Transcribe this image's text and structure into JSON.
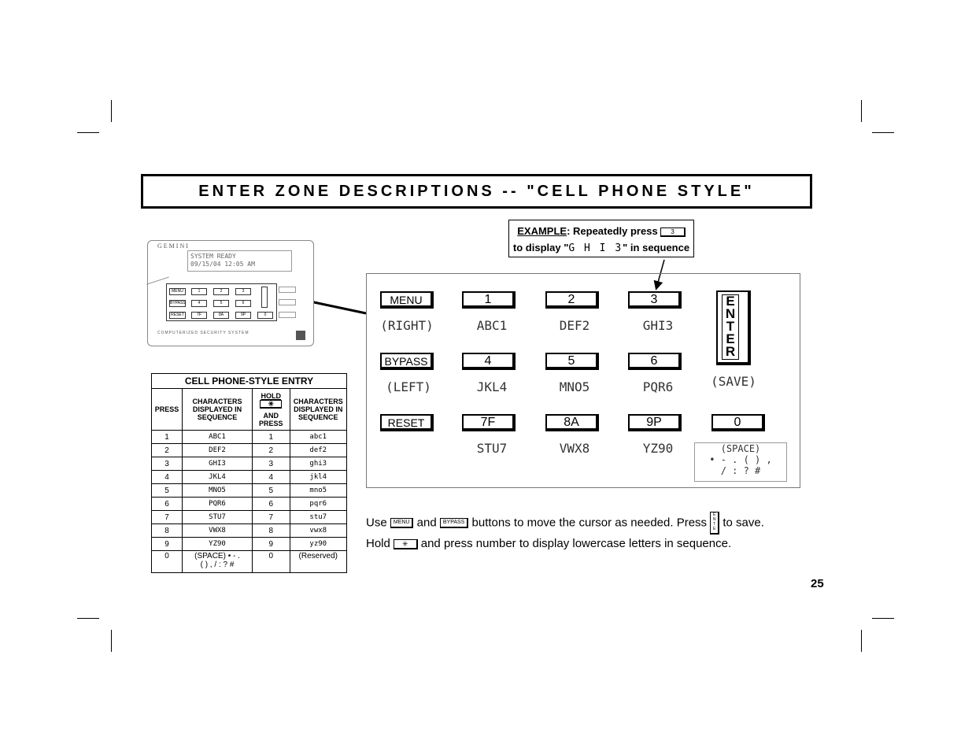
{
  "title": "ENTER ZONE DESCRIPTIONS -- \"CELL PHONE STYLE\"",
  "example": {
    "label": "EXAMPLE",
    "line1_rest": ":  Repeatedly press",
    "key": "3",
    "line2_prefix": "to display \"",
    "display": "G H I 3",
    "line2_suffix": "\"  in sequence"
  },
  "device": {
    "brand": "GEMINI",
    "screen_line1": "SYSTEM READY",
    "screen_line2": "09/15/04   12:05 AM",
    "keys": [
      "MENU",
      "1",
      "2",
      "3",
      "BYPASS",
      "4",
      "5",
      "6",
      "RESET",
      "7F",
      "8A",
      "9P",
      "0"
    ],
    "footer": "COMPUTERIZED SECURITY SYSTEM"
  },
  "table": {
    "caption": "CELL PHONE-STYLE ENTRY",
    "headers": {
      "press": "PRESS",
      "chars": "CHARACTERS DISPLAYED IN SEQUENCE",
      "hold": "HOLD",
      "hold_key": "✳",
      "and_press": "AND PRESS",
      "chars2": "CHARACTERS DISPLAYED IN SEQUENCE"
    },
    "rows": [
      {
        "press": "1",
        "chars": "ABC1",
        "press2": "1",
        "chars2": "abc1"
      },
      {
        "press": "2",
        "chars": "DEF2",
        "press2": "2",
        "chars2": "def2"
      },
      {
        "press": "3",
        "chars": "GHI3",
        "press2": "3",
        "chars2": "ghi3"
      },
      {
        "press": "4",
        "chars": "JKL4",
        "press2": "4",
        "chars2": "jkl4"
      },
      {
        "press": "5",
        "chars": "MNO5",
        "press2": "5",
        "chars2": "mno5"
      },
      {
        "press": "6",
        "chars": "PQR6",
        "press2": "6",
        "chars2": "pqr6"
      },
      {
        "press": "7",
        "chars": "STU7",
        "press2": "7",
        "chars2": "stu7"
      },
      {
        "press": "8",
        "chars": "VWX8",
        "press2": "8",
        "chars2": "vwx8"
      },
      {
        "press": "9",
        "chars": "YZ90",
        "press2": "9",
        "chars2": "yz90"
      }
    ],
    "last_row": {
      "press": "0",
      "chars_line1": "(SPACE) • - .",
      "chars_line2": "( ) , / : ? #",
      "press2": "0",
      "chars2": "(Reserved)"
    }
  },
  "keypad": {
    "menu": "MENU",
    "menu_label": "(RIGHT)",
    "bypass": "BYPASS",
    "bypass_label": "(LEFT)",
    "reset": "RESET",
    "k1": "1",
    "k1_label": "ABC1",
    "k2": "2",
    "k2_label": "DEF2",
    "k3": "3",
    "k3_label": "GHI3",
    "k4": "4",
    "k4_label": "JKL4",
    "k5": "5",
    "k5_label": "MNO5",
    "k6": "6",
    "k6_label": "PQR6",
    "k7": "7F",
    "k7_label": "STU7",
    "k8": "8A",
    "k8_label": "VWX8",
    "k9": "9P",
    "k9_label": "YZ90",
    "k0": "0",
    "enter_letters": [
      "E",
      "N",
      "T",
      "E",
      "R"
    ],
    "enter_label": "(SAVE)",
    "space_line1": "(SPACE)",
    "space_line2": "• - .  (  )  ,",
    "space_line3": "/  :  ?  #"
  },
  "instructions": {
    "line1_a": "Use",
    "line1_key1": "MENU",
    "line1_b": "and",
    "line1_key2": "BYPASS",
    "line1_c": "buttons to move the cursor as needed.  Press",
    "line1_d": "to save.",
    "line2_a": "Hold",
    "line2_key": "✳",
    "line2_b": "and press number to display lowercase letters in sequence."
  },
  "page_number": "25"
}
